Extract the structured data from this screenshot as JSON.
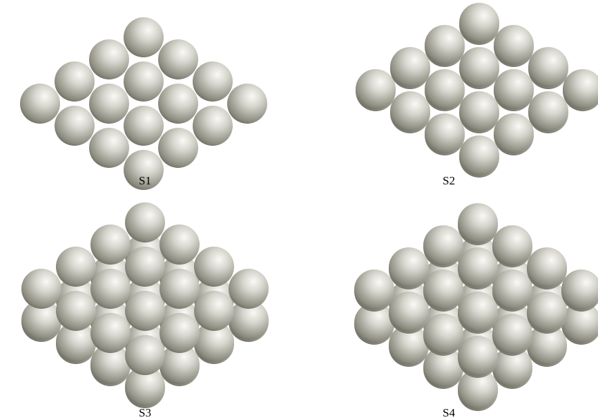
{
  "panels": [
    {
      "label": "S1",
      "layers": 1
    },
    {
      "label": "S2",
      "layers": 2
    },
    {
      "label": "S3",
      "layers": 3
    },
    {
      "label": "S4",
      "layers": 4
    }
  ],
  "colors": {
    "sphere_highlight": "#fafaf6",
    "sphere_mid": "#d4d3cb",
    "sphere_shadow": "#8d8c80",
    "sphere_edge": "#5f5e52",
    "background": "#ffffff"
  }
}
